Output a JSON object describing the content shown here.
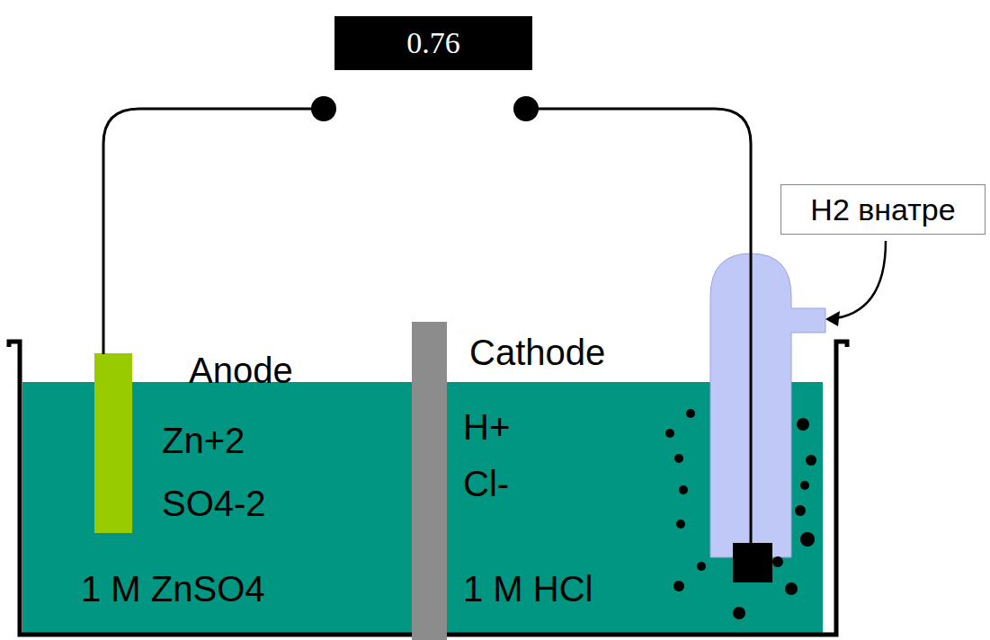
{
  "diagram": {
    "nodes": [
      {
        "text": [
          "0.76"
        ]
      },
      {
        "text": [
          "H2 внатре"
        ]
      }
    ],
    "labels": [
      "Anode",
      "Zn+2",
      "SO4-2",
      "1 M ZnSO4",
      "Cathode",
      "H+",
      "Cl-",
      "1 M HCl"
    ]
  }
}
